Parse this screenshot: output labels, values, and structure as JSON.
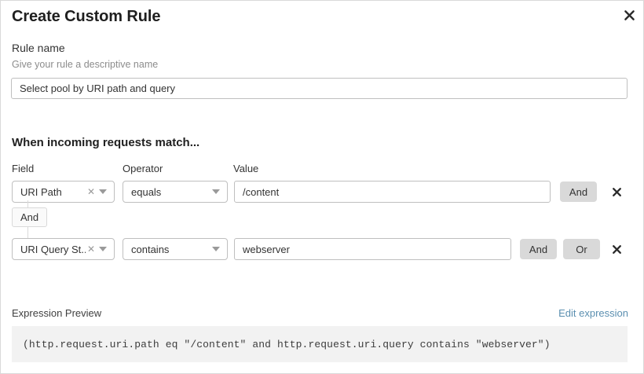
{
  "dialog": {
    "title": "Create Custom Rule",
    "close_icon": "close-icon"
  },
  "rule_name": {
    "label": "Rule name",
    "hint": "Give your rule a descriptive name",
    "value": "Select pool by URI path and query",
    "placeholder": ""
  },
  "match_section": {
    "heading": "When incoming requests match...",
    "columns": {
      "field": "Field",
      "operator": "Operator",
      "value": "Value"
    },
    "conditions": [
      {
        "field": "URI Path",
        "field_clear_icon": "clear-icon",
        "field_caret_icon": "chevron-down-icon",
        "operator": "equals",
        "operator_caret_icon": "chevron-down-icon",
        "value": "/content",
        "logic_buttons": [
          "And"
        ],
        "delete_icon": "close-icon"
      },
      {
        "field": "URI Query St...",
        "field_clear_icon": "clear-icon",
        "field_caret_icon": "chevron-down-icon",
        "operator": "contains",
        "operator_caret_icon": "chevron-down-icon",
        "value": "webserver",
        "logic_buttons": [
          "And",
          "Or"
        ],
        "delete_icon": "close-icon"
      }
    ],
    "connector": {
      "label": "And"
    }
  },
  "expression_preview": {
    "label": "Expression Preview",
    "edit_link": "Edit expression",
    "expression": "(http.request.uri.path eq \"/content\" and http.request.uri.query contains \"webserver\")"
  },
  "colors": {
    "accent_link": "#5b8fb0",
    "button_gray": "#d9d9d9",
    "code_bg": "#f2f2f2",
    "border": "#bfbfbf",
    "muted_text": "#8c8c8c"
  }
}
